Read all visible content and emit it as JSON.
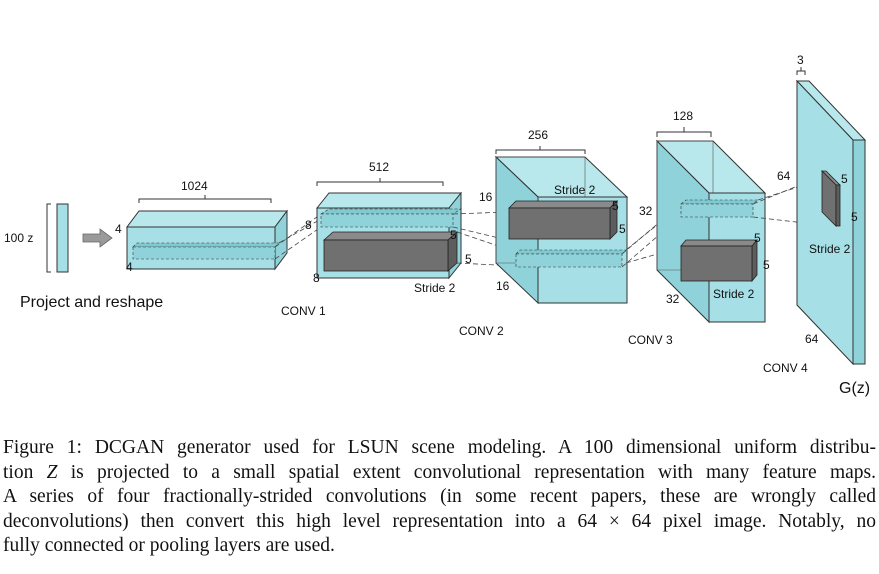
{
  "figure": {
    "labels": {
      "input": "100 z",
      "project": "Project and reshape",
      "b1_top": "1024",
      "b1_left": "4",
      "b1_bottom": "4",
      "conv1": "CONV 1",
      "b2_top": "512",
      "b2_left": "8",
      "b2_bottom": "8",
      "b2_k1": "5",
      "b2_k2": "5",
      "b2_stride": "Stride 2",
      "conv2": "CONV 2",
      "b3_top": "256",
      "b3_left": "16",
      "b3_bottom": "16",
      "b3_k1": "5",
      "b3_k2": "5",
      "b3_stride": "Stride 2",
      "conv3": "CONV 3",
      "b4_top": "128",
      "b4_left": "32",
      "b4_bottom": "32",
      "b4_k1": "5",
      "b4_k2": "5",
      "b4_stride": "Stride 2",
      "conv4": "CONV 4",
      "b5_top": "3",
      "b5_left": "64",
      "b5_bottom": "64",
      "b5_k1": "5",
      "b5_k2": "5",
      "b5_stride": "Stride 2",
      "output": "G(z)"
    },
    "colors": {
      "block_face": "#a6e0e6",
      "block_edge": "#333333",
      "kernel": "#6f6f6f",
      "arrow": "#9a9a9a"
    }
  },
  "caption": {
    "l1": "Figure 1: DCGAN generator used for LSUN scene modeling. A 100 dimensional uniform distribu-",
    "l2a": "tion ",
    "l2_var": "Z",
    "l2b": " is projected to a small spatial extent convolutional representation with many feature maps.",
    "l3": "A series of four fractionally-strided convolutions (in some recent papers, these are wrongly called",
    "l4a": "deconvolutions) then convert this high level representation into a ",
    "l4_math": "64 × 64",
    "l4b": " pixel image. Notably, no",
    "l5": "fully connected or pooling layers are used."
  }
}
